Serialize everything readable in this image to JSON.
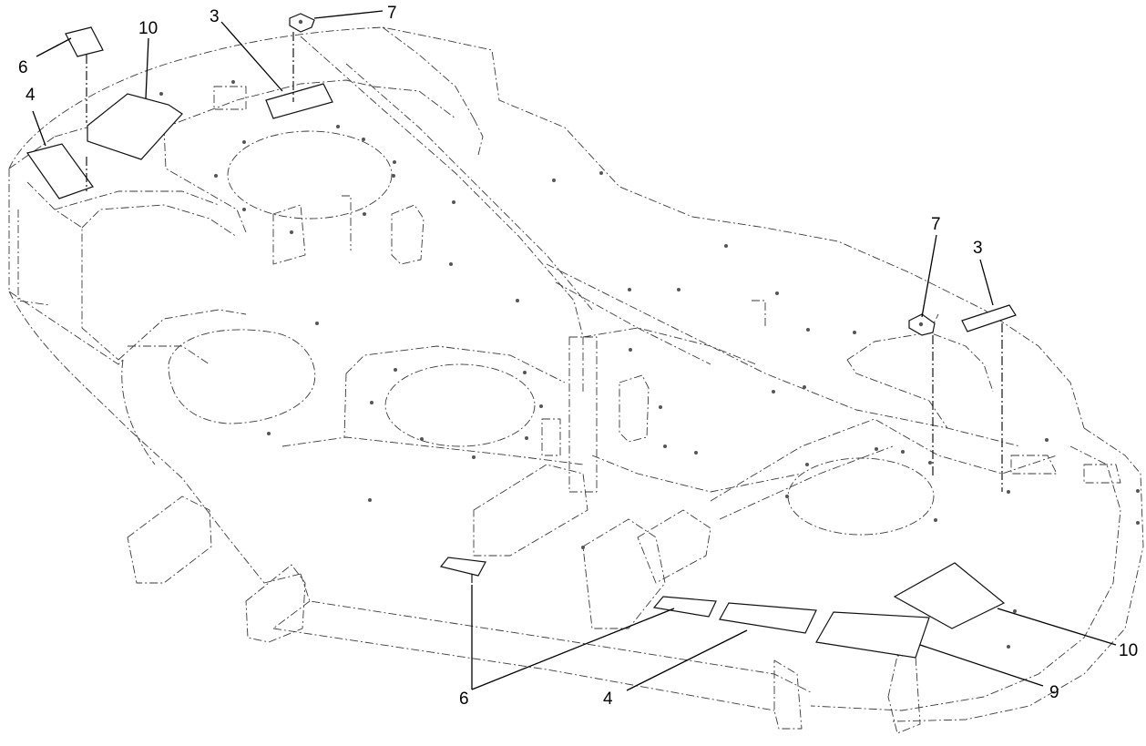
{
  "diagram": {
    "callouts": [
      {
        "id": "c-3-top",
        "label": "3"
      },
      {
        "id": "c-7-top",
        "label": "7"
      },
      {
        "id": "c-6-top",
        "label": "6"
      },
      {
        "id": "c-10-top",
        "label": "10"
      },
      {
        "id": "c-4-top",
        "label": "4"
      },
      {
        "id": "c-7-right",
        "label": "7"
      },
      {
        "id": "c-3-right",
        "label": "3"
      },
      {
        "id": "c-10-right",
        "label": "10"
      },
      {
        "id": "c-9-bottom",
        "label": "9"
      },
      {
        "id": "c-4-bottom",
        "label": "4"
      },
      {
        "id": "c-6-bottom",
        "label": "6"
      }
    ]
  }
}
